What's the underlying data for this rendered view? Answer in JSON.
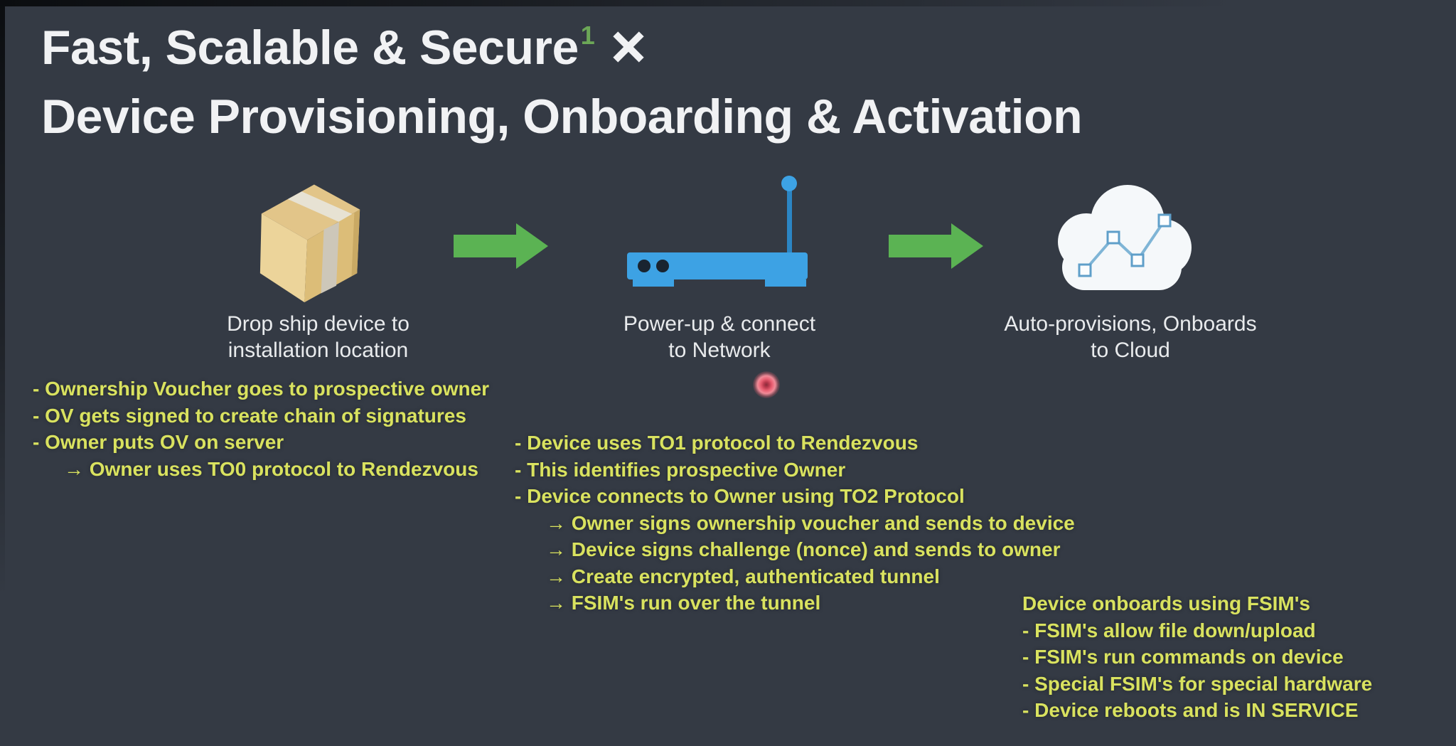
{
  "title": {
    "line1": "Fast, Scalable & Secure",
    "superscript": "1",
    "x_mark": "✕",
    "line2": "Device Provisioning, Onboarding & Activation"
  },
  "flow": {
    "stages": [
      {
        "icon": "shipping-box-icon",
        "caption_lines": [
          "Drop ship device to",
          "installation location"
        ]
      },
      {
        "icon": "router-icon",
        "caption_lines": [
          "Power-up & connect",
          "to Network"
        ]
      },
      {
        "icon": "cloud-icon",
        "caption_lines": [
          "Auto-provisions, Onboards",
          "to Cloud"
        ]
      }
    ],
    "arrow_icon": "arrow-right-icon"
  },
  "notes": {
    "left": {
      "items": [
        {
          "text": "- Ownership Voucher goes to prospective owner"
        },
        {
          "text": "- OV gets signed to create chain of signatures"
        },
        {
          "text": "- Owner puts OV on server"
        },
        {
          "text": "→ Owner uses TO0 protocol to Rendezvous",
          "indent": true
        }
      ]
    },
    "middle": {
      "items": [
        {
          "text": "- Device uses TO1 protocol to Rendezvous"
        },
        {
          "text": "- This identifies prospective Owner"
        },
        {
          "text": "- Device connects to Owner using TO2 Protocol"
        },
        {
          "text": "→ Owner signs ownership voucher and sends to device",
          "indent": true
        },
        {
          "text": "→ Device signs challenge (nonce) and sends to owner",
          "indent": true
        },
        {
          "text": "→ Create encrypted, authenticated tunnel",
          "indent": true
        },
        {
          "text": "→ FSIM's run over the tunnel",
          "indent": true
        }
      ]
    },
    "right": {
      "items": [
        {
          "text": "Device onboards using FSIM's"
        },
        {
          "text": "- FSIM's allow file down/upload"
        },
        {
          "text": "- FSIM's run commands on device"
        },
        {
          "text": "- Special FSIM's for special hardware"
        },
        {
          "text": "- Device reboots and is IN SERVICE"
        }
      ]
    }
  },
  "pointer": {
    "name": "laser-pointer-dot"
  },
  "colors": {
    "background": "#343a44",
    "title_text": "#f1f2f4",
    "superscript_green": "#6ca757",
    "caption_text": "#e9ebed",
    "notes_yellow": "#d9e25f",
    "arrow_green": "#5bb353",
    "router_blue": "#3da2e4",
    "box_tan": "#e2c488",
    "cloud_white": "#f5f8fa",
    "laser_red": "#ea5f72"
  }
}
